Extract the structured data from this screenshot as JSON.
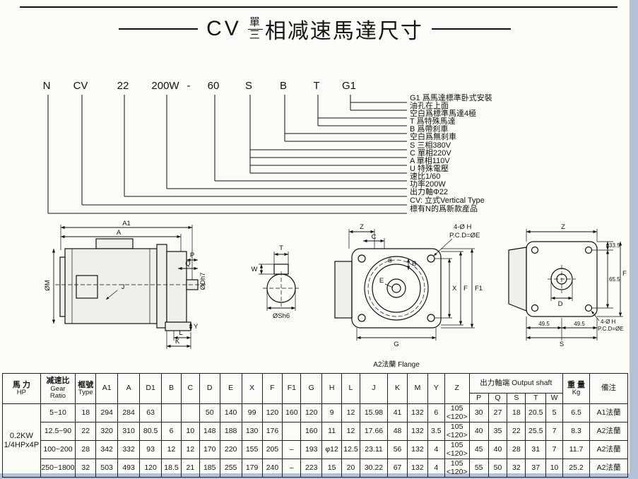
{
  "title": {
    "code": "CV",
    "top": "單",
    "bottom": "三",
    "rest": "相减速馬達尺寸"
  },
  "model_code": {
    "parts": [
      "N",
      "CV",
      "22",
      "200W",
      "-",
      "60",
      "S",
      "B",
      "T",
      "G1"
    ],
    "labels": [
      "G1 爲馬達標準卧式安裝",
      "油孔在上面",
      "空白爲標準馬達4極",
      "T 爲特殊馬達",
      "B 爲帶刹車",
      "空白爲無刹車",
      "S 三相380V",
      "C 單相220V",
      "A 單相110V",
      "U 特殊電壓",
      "速比1/60",
      "功率200W",
      "出力軸Φ22",
      "CV: 立式Vertical Type",
      "標有N的爲新款産品"
    ]
  },
  "dw": {
    "a1": "A1",
    "a": "A",
    "p": "P",
    "q": "Q",
    "dh7": "ØDh7",
    "j": "J",
    "m": "ØM",
    "y": "Y",
    "l": "L",
    "k": "K",
    "t": "T",
    "w": "W",
    "sh6": "ØSh6",
    "z": "Z",
    "c": "C",
    "b": "B",
    "star": "※",
    "e": "E",
    "x": "X",
    "f": "F",
    "f1": "F1",
    "g": "G",
    "hole": "4-Ø H",
    "pcd": "P.C.D=ØE",
    "caption": "A2法蘭  Flange",
    "n335": "33.5",
    "n655": "65.5",
    "d": "D",
    "n495a": "49.5",
    "n495b": "49.5",
    "s": "S"
  },
  "table": {
    "header": {
      "hp": [
        "馬 力",
        "HP"
      ],
      "ratio": [
        "减速比",
        "Gear",
        "Ratio"
      ],
      "frame": [
        "框號",
        "Type"
      ],
      "dims": [
        "A1",
        "A",
        "D1",
        "B",
        "C",
        "D",
        "E",
        "X",
        "F",
        "F1",
        "G",
        "H",
        "L",
        "J",
        "K",
        "M",
        "Y",
        "Z"
      ],
      "output_shaft": "出力軸端 Output shaft",
      "shaft_cols": [
        "P",
        "Q",
        "S",
        "T",
        "W"
      ],
      "weight": [
        "重 量",
        "Kg"
      ],
      "remark": "備注"
    },
    "power": [
      "0.2KW",
      "1/4HPx4P"
    ],
    "rows": [
      {
        "ratio": "5~10",
        "c": [
          "18",
          "294",
          "284",
          "63",
          "",
          "",
          "50",
          "140",
          "99",
          "120",
          "160",
          "120",
          "9",
          "12",
          "15.98",
          "41",
          "132",
          "6",
          "105\n<120>",
          "30",
          "27",
          "18",
          "20.5",
          "5",
          "6.5",
          "A1法蘭"
        ]
      },
      {
        "ratio": "12.5~90",
        "c": [
          "22",
          "320",
          "310",
          "80.5",
          "6",
          "10",
          "148",
          "188",
          "130",
          "176",
          "",
          "160",
          "11",
          "12",
          "17.66",
          "48",
          "132",
          "3.5",
          "105\n<120>",
          "40",
          "35",
          "22",
          "25.5",
          "7",
          "8.3",
          "A2法蘭"
        ]
      },
      {
        "ratio": "100~200",
        "c": [
          "28",
          "342",
          "332",
          "93",
          "12",
          "12",
          "170",
          "220",
          "155",
          "205",
          "–",
          "193",
          "φ12",
          "12.5",
          "23.11",
          "56",
          "132",
          "4",
          "105\n<120>",
          "45",
          "40",
          "28",
          "31",
          "7",
          "11.7",
          "A2法蘭"
        ]
      },
      {
        "ratio": "250~1800",
        "c": [
          "32",
          "503",
          "493",
          "120",
          "18.5",
          "21",
          "185",
          "255",
          "179",
          "240",
          "–",
          "223",
          "15",
          "20",
          "30.22",
          "67",
          "132",
          "4",
          "105\n<120>",
          "55",
          "50",
          "32",
          "37",
          "10",
          "25.2",
          "A2法蘭"
        ]
      }
    ]
  }
}
